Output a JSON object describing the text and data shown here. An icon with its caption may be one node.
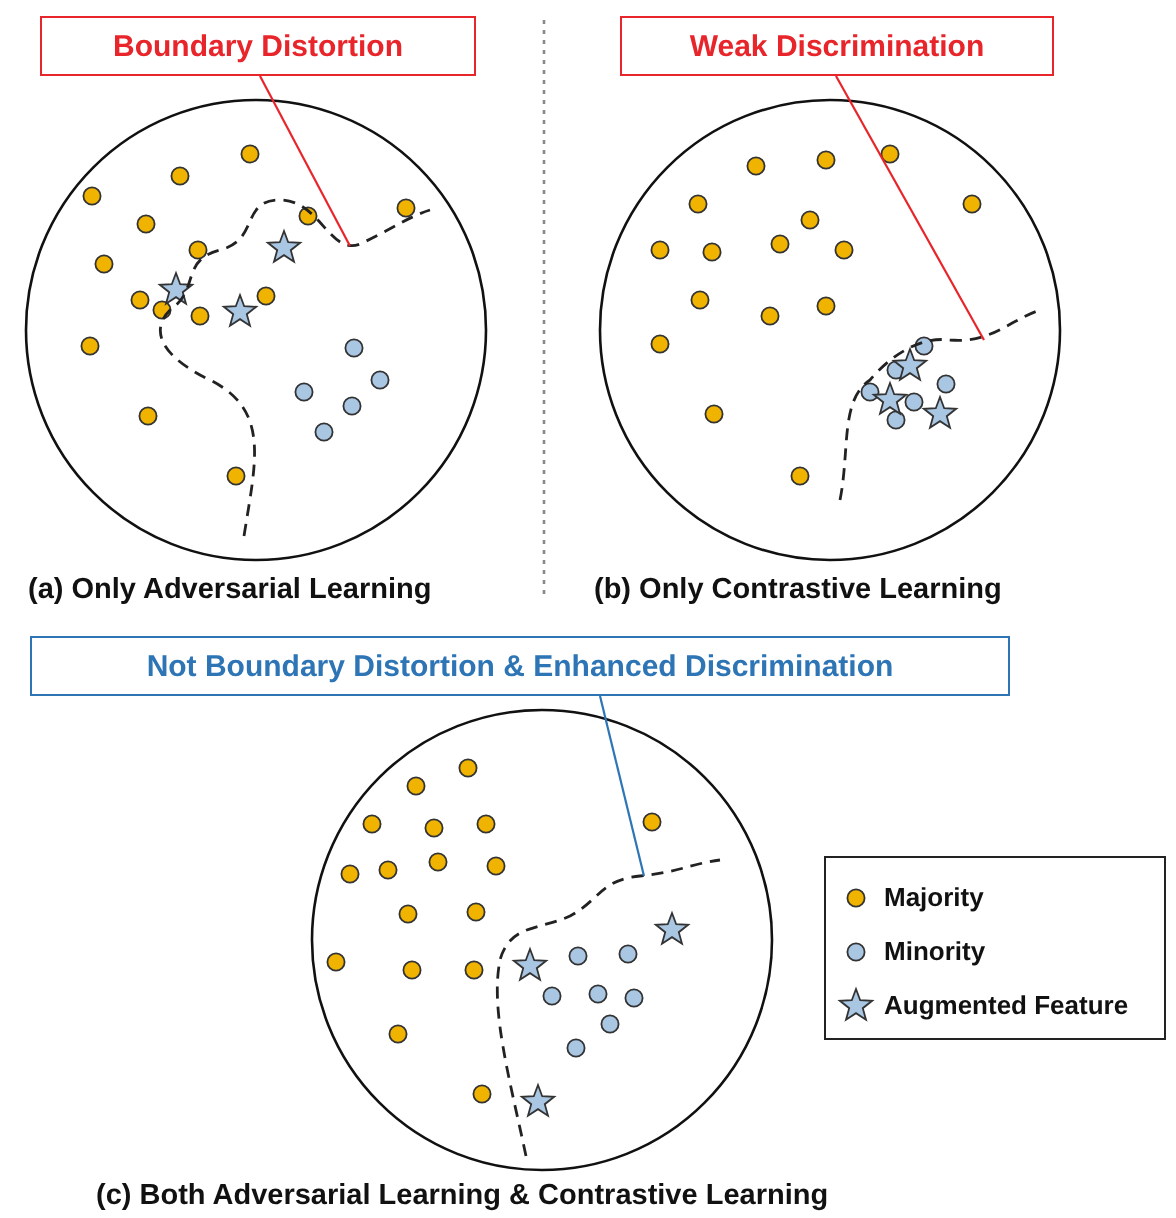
{
  "diagram": {
    "nodes": [
      {
        "text": [
          "Boundary Distortion"
        ]
      },
      {
        "text": [],
        "shape": "curve"
      },
      {
        "text": [
          "Weak Discrimination"
        ]
      },
      {
        "text": [],
        "shape": "curve"
      },
      {
        "text": [
          "Not Boundary Distortion & Enhanced Discrimination"
        ]
      },
      {
        "text": [],
        "shape": "curve"
      }
    ],
    "edges": [
      {
        "from": 0,
        "to": 1,
        "arrow": "none",
        "color": "#e8252a"
      },
      {
        "from": 2,
        "to": 3,
        "arrow": "none",
        "color": "#e8252a"
      },
      {
        "from": 4,
        "to": 5,
        "arrow": "none",
        "color": "#2e75b6"
      }
    ],
    "labels": [
      "(a) Only Adversarial Learning",
      "(b) Only Contrastive Learning",
      "(c) Both Adversarial Learning & Contrastive Learning"
    ],
    "legend": [
      {
        "text": "Majority"
      },
      {
        "text": "Minority"
      },
      {
        "text": "Augmented Feature"
      }
    ]
  }
}
